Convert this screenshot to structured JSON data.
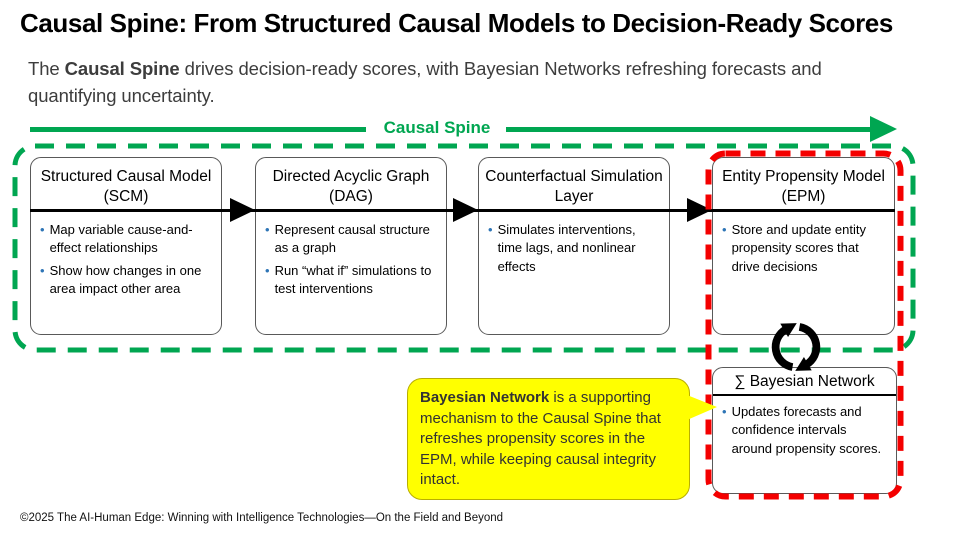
{
  "slide": {
    "title": "Causal Spine: From Structured Causal Models to Decision-Ready Scores",
    "subtitle": {
      "lead": "The ",
      "emphasis": "Causal Spine",
      "rest": " drives decision-ready scores, with Bayesian Networks refreshing forecasts and quantifying uncertainty."
    },
    "footer": "©2025 The AI-Human Edge: Winning with Intelligence Technologies—On the Field and Beyond"
  },
  "spine": {
    "label": "Causal Spine"
  },
  "boxes": [
    {
      "title": "Structured Causal Model (SCM)",
      "bullets": [
        "Map variable cause-and-effect relationships",
        "Show how changes in one area impact other area"
      ]
    },
    {
      "title": "Directed Acyclic Graph (DAG)",
      "bullets": [
        "Represent causal structure as a graph",
        "Run “what if” simulations to test interventions"
      ]
    },
    {
      "title": "Counterfactual Simulation Layer",
      "bullets": [
        "Simulates interventions, time lags, and nonlinear effects"
      ]
    },
    {
      "title": "Entity Propensity Model (EPM)",
      "bullets": [
        "Store and update entity propensity scores that drive decisions"
      ]
    }
  ],
  "bayesian": {
    "title": "∑ Bayesian Network",
    "bullet": "Updates forecasts and confidence intervals around propensity scores."
  },
  "callout": {
    "emphasis": "Bayesian Network",
    "rest": " is a supporting mechanism to the Causal Spine that refreshes propensity scores in the EPM, while keeping causal integrity intact."
  },
  "bullet_char": "•",
  "colors": {
    "spine_green": "#00A651",
    "epm_red": "#F40000",
    "callout_yellow": "#FFFF00",
    "bullet_blue": "#2E75B6",
    "box_border_gray": "#595959"
  }
}
